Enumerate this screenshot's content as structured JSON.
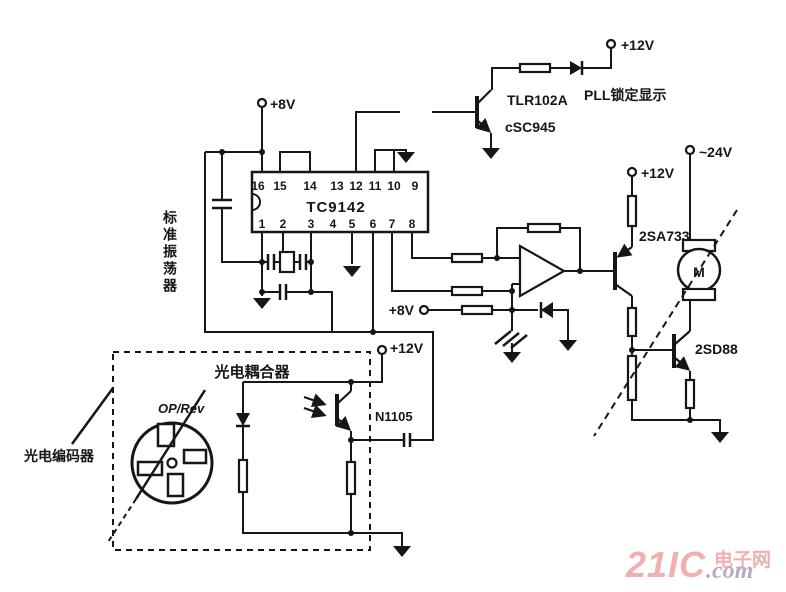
{
  "ic": {
    "name": "TC9142",
    "pins_top": [
      "16",
      "15",
      "14",
      "13",
      "12",
      "11",
      "10",
      "9"
    ],
    "pins_bottom": [
      "1",
      "2",
      "3",
      "4",
      "5",
      "6",
      "7",
      "8"
    ]
  },
  "labels": {
    "v8_osc": "+8V",
    "v12_pll": "+12V",
    "pll_lock": "PLL锁定显示",
    "tlr102a": "TLR102A",
    "csc945": "cSC945",
    "std_osc": "标准振荡器",
    "v8_ref": "+8V",
    "v12_opto": "+12V",
    "photocoupler": "光电耦合器",
    "op_rev": "OP/Rev",
    "n1105": "N1105",
    "encoder": "光电编码器",
    "v12_drv": "+12V",
    "v24": "~24V",
    "sa733": "2SA733",
    "sd88": "2SD88",
    "motor": "M"
  },
  "watermark": {
    "brand": "21IC",
    "site": "电子网",
    "tld": ".com",
    "pink": "#f0b0b0",
    "gray": "#b8aac2"
  },
  "colors": {
    "ink": "#161616",
    "paper": "#ffffff"
  }
}
